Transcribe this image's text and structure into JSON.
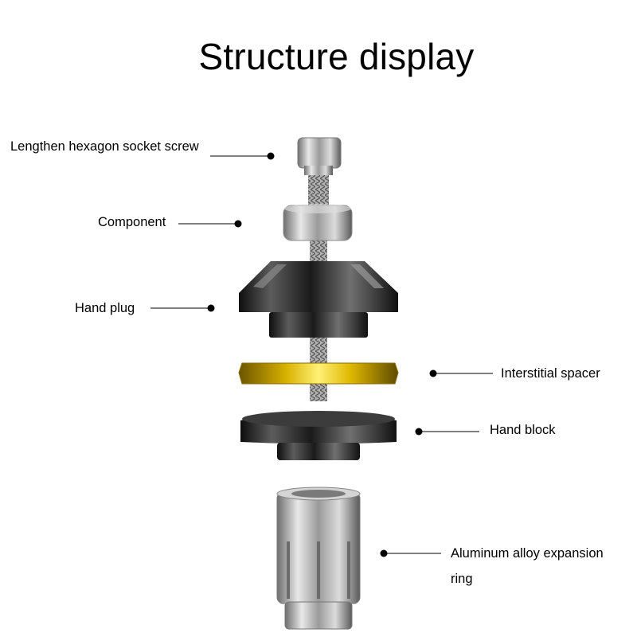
{
  "title": "Structure display",
  "parts": [
    {
      "id": "screw",
      "label": "Lengthen hexagon socket screw"
    },
    {
      "id": "component",
      "label": "Component"
    },
    {
      "id": "hand-plug",
      "label": "Hand plug"
    },
    {
      "id": "spacer",
      "label": "Interstitial spacer"
    },
    {
      "id": "hand-block",
      "label": "Hand block"
    },
    {
      "id": "expansion-ring",
      "label": "Aluminum alloy expansion ring"
    }
  ],
  "colors": {
    "metal": "#b8b8b8",
    "dark_metal": "#2a2a2a",
    "spacer_gold": "#e6c200",
    "leader": "#000000"
  }
}
